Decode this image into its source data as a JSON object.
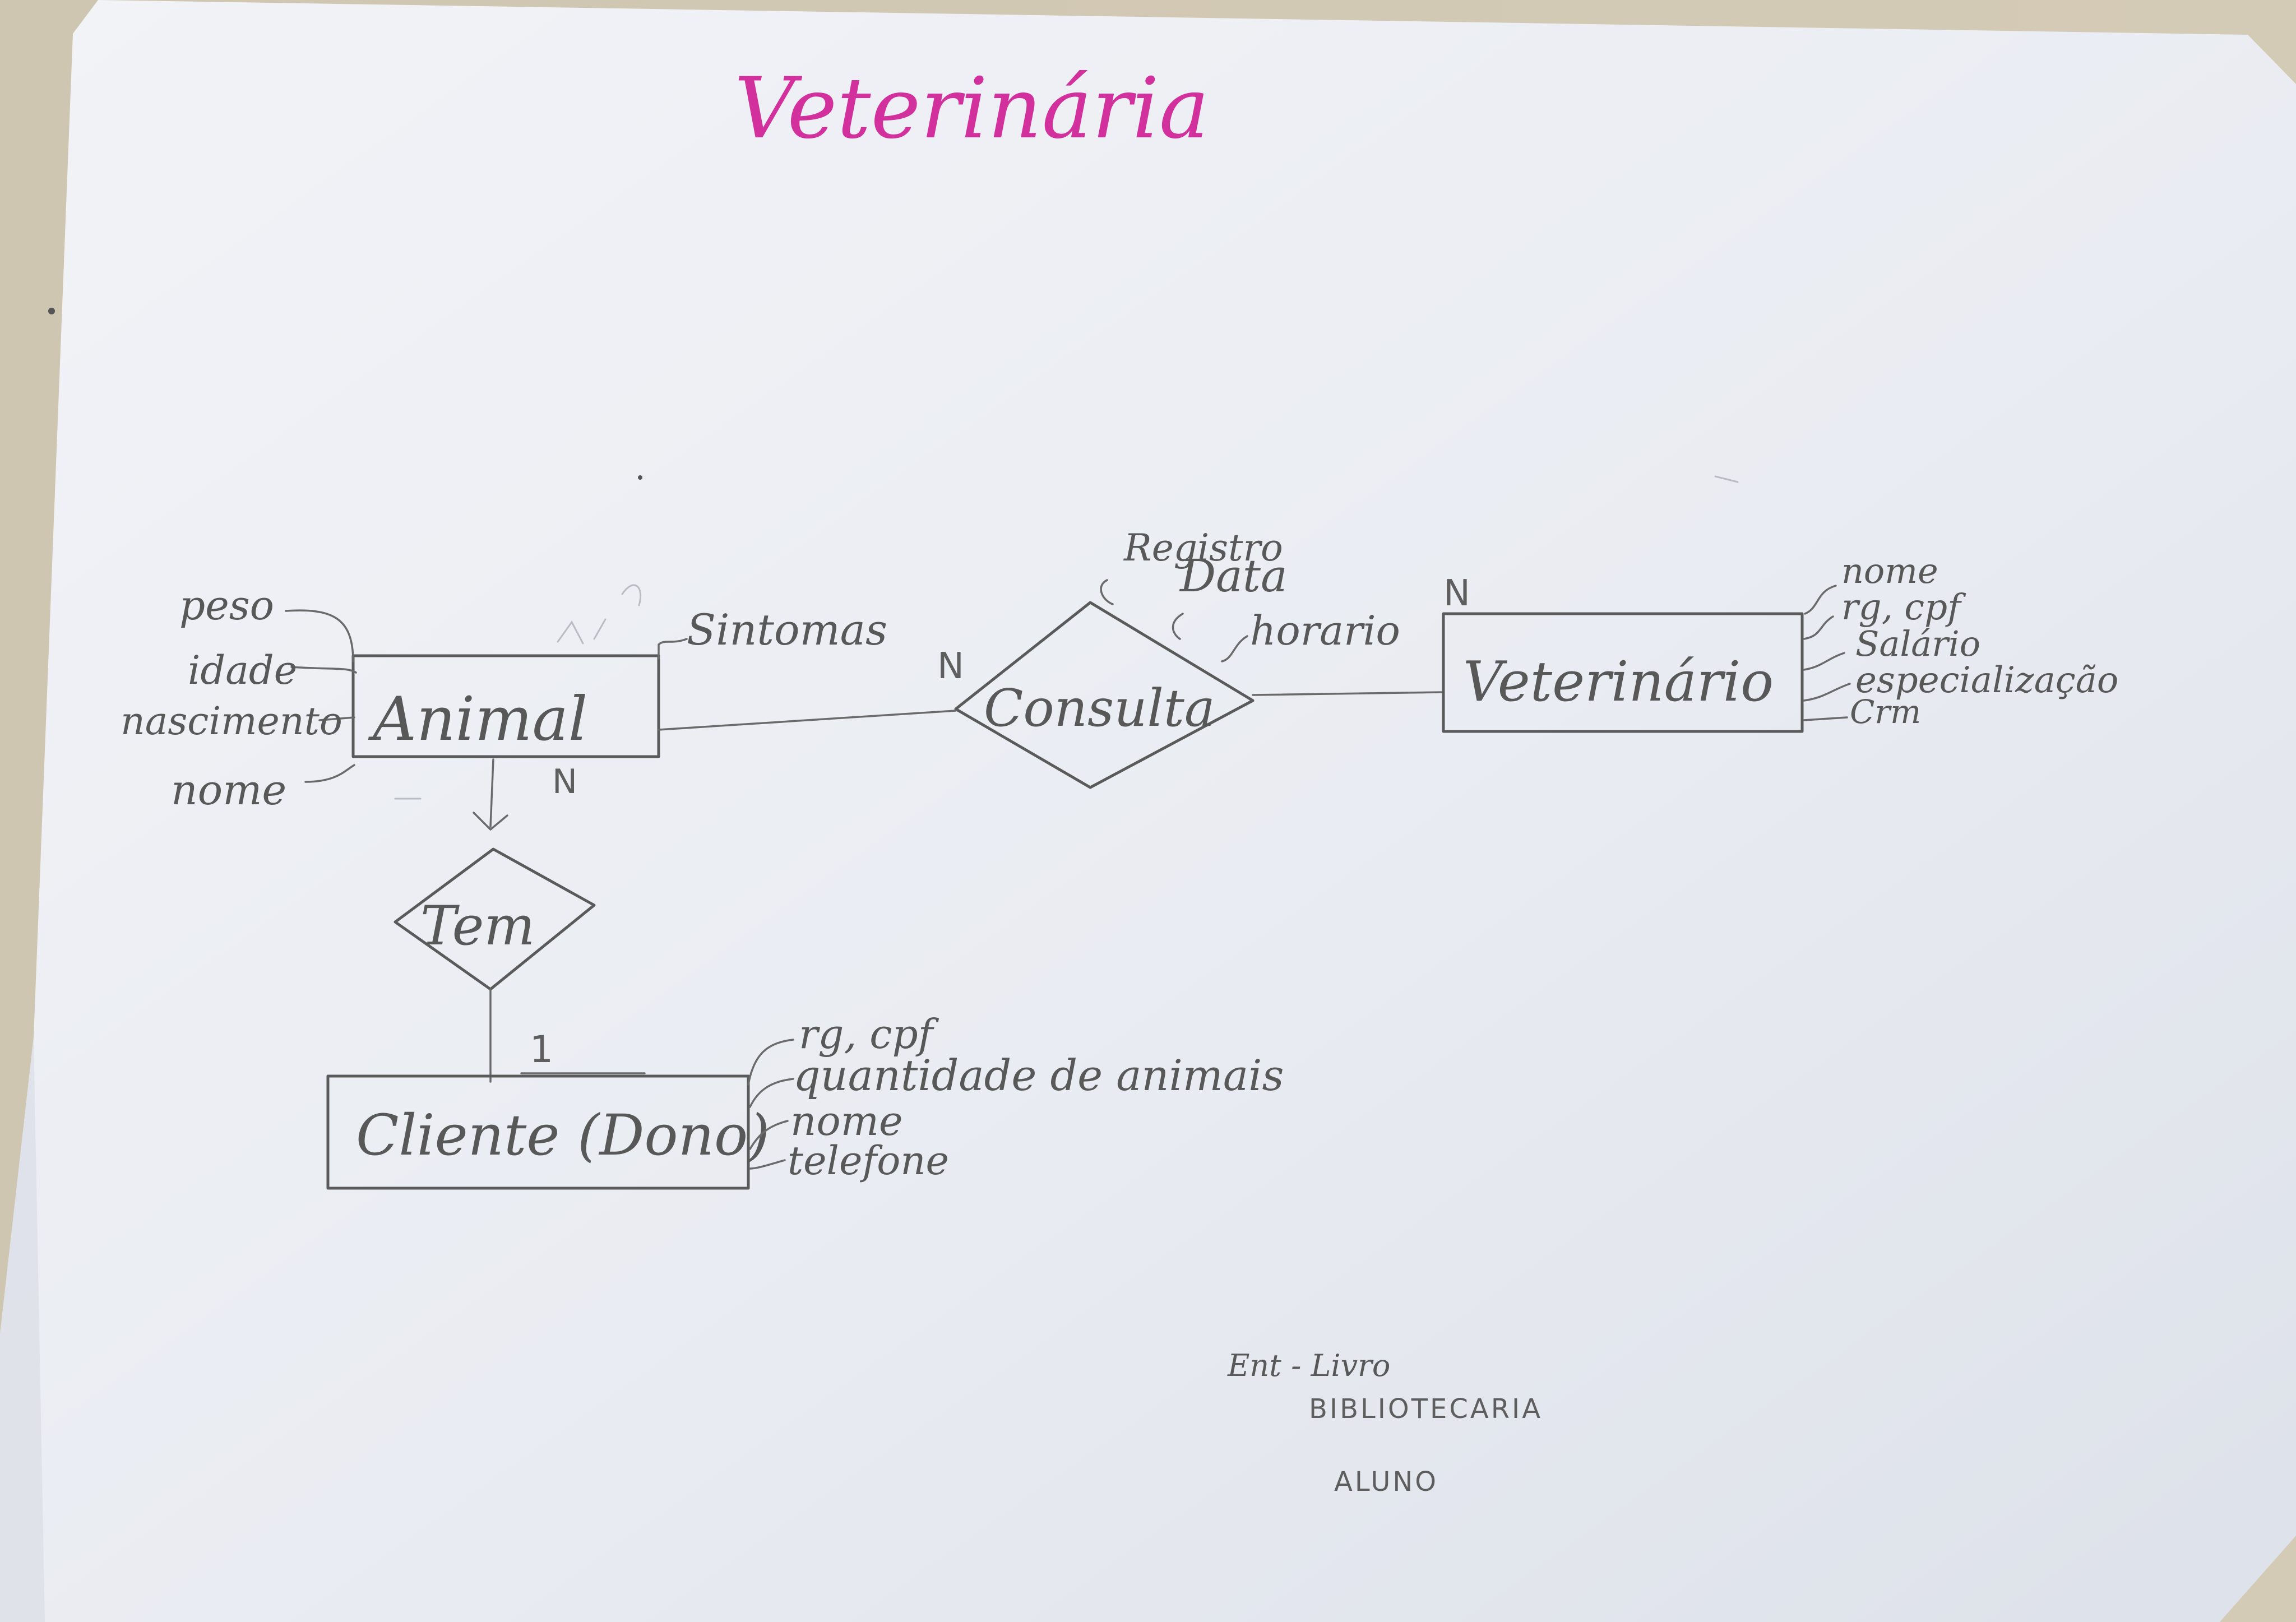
{
  "title": "Veterinária",
  "colors": {
    "title_ink": "#d2309c",
    "pencil": "#5a5a5a",
    "paper": "#eef0f5"
  },
  "entities": {
    "animal": {
      "label": "Animal",
      "attributes": [
        "peso",
        "idade",
        "nascimento",
        "nome"
      ],
      "extra_attribute": "Sintomas"
    },
    "veterinario": {
      "label": "Veterinário",
      "attributes": [
        "nome",
        "rg, cpf",
        "Salário",
        "especialização",
        "Crm"
      ]
    },
    "cliente": {
      "label": "Cliente (Dono)",
      "attributes": [
        "rg, cpf",
        "quantidade de animais",
        "nome",
        "telefone"
      ]
    }
  },
  "relationships": {
    "consulta": {
      "label": "Consulta",
      "attributes": [
        "Registro",
        "Data",
        "horario"
      ]
    },
    "tem": {
      "label": "Tem"
    }
  },
  "cardinalities": {
    "consulta_animal": "N",
    "consulta_veterinario": "N",
    "animal_tem": "N",
    "cliente_tem": "1"
  },
  "notes": {
    "line1": "Ent - Livro",
    "line2": "BIBLIOTECARIA",
    "line3": "ALUNO"
  }
}
